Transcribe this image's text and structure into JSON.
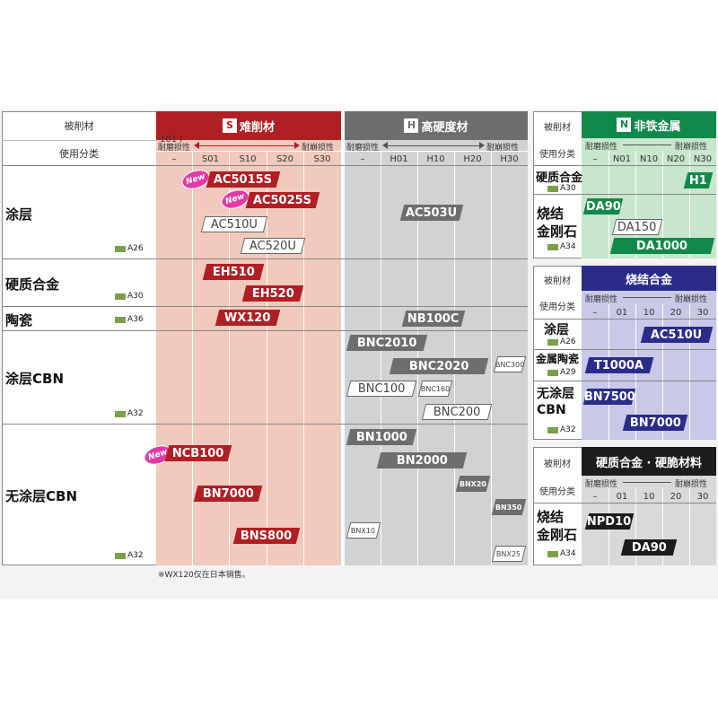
{
  "header": {
    "material_label": "被削材",
    "usage_label": "使用分类"
  },
  "s_section": {
    "letter": "S",
    "title": "难削材",
    "arrow_left": "耐磨损性",
    "arrow_right": "耐崩损性",
    "cols": [
      "–",
      "S01",
      "S10",
      "S20",
      "S30"
    ],
    "stray_text": "101 I"
  },
  "h_section": {
    "letter": "H",
    "title": "高硬度材",
    "arrow_left": "耐磨损性",
    "arrow_right": "耐崩损性",
    "cols": [
      "–",
      "H01",
      "H10",
      "H20",
      "H30"
    ]
  },
  "rows": [
    {
      "label": "涂层",
      "ref": "A26"
    },
    {
      "label": "硬质合金",
      "ref": "A30"
    },
    {
      "label": "陶瓷",
      "ref": "A36"
    },
    {
      "label": "涂层CBN",
      "ref": "A32"
    },
    {
      "label": "无涂层CBN",
      "ref": "A32"
    }
  ],
  "s_grades": {
    "ac5015s": "AC5015S",
    "ac5025s": "AC5025S",
    "ac510u": "AC510U",
    "ac520u": "AC520U",
    "eh510": "EH510",
    "eh520": "EH520",
    "wx120": "WX120",
    "ncb100": "NCB100",
    "bn7000": "BN7000",
    "bns800": "BNS800",
    "new": "New"
  },
  "h_grades": {
    "ac503u": "AC503U",
    "nb100c": "NB100C",
    "bnc2010": "BNC2010",
    "bnc2020": "BNC2020",
    "bnc300": "BNC300",
    "bnc100": "BNC100",
    "bnc160": "BNC160",
    "bnc200": "BNC200",
    "bn1000": "BN1000",
    "bn2000": "BN2000",
    "bnx20": "BNX20",
    "bn350": "BN350",
    "bnx10": "BNX10",
    "bnx25": "BNX25"
  },
  "footnote": "※WX120仅在日本销售。",
  "n_panel": {
    "material_label": "被削材",
    "usage_label": "使用分类",
    "letter": "N",
    "title": "非铁金属",
    "arrow_left": "耐磨损性",
    "arrow_right": "耐崩损性",
    "cols": [
      "–",
      "N01",
      "N10",
      "N20",
      "N30"
    ],
    "rows": [
      {
        "label": "硬质合金",
        "ref": "A30"
      },
      {
        "label": "烧结\n金刚石",
        "ref": "A34"
      }
    ],
    "grades": {
      "h1": "H1",
      "da90": "DA90",
      "da150": "DA150",
      "da1000": "DA1000"
    }
  },
  "sinter_panel": {
    "material_label": "被削材",
    "usage_label": "使用分类",
    "title": "烧结合金",
    "arrow_left": "耐磨损性",
    "arrow_right": "耐崩损性",
    "cols": [
      "–",
      "01",
      "10",
      "20",
      "30"
    ],
    "rows": [
      {
        "label": "涂层",
        "ref": "A26"
      },
      {
        "label": "金属陶瓷",
        "ref": "A29"
      },
      {
        "label": "无涂层\nCBN",
        "ref": "A32"
      }
    ],
    "grades": {
      "ac510u": "AC510U",
      "t1000a": "T1000A",
      "bn7500": "BN7500",
      "bn7000": "BN7000"
    }
  },
  "hard_panel": {
    "material_label": "被削材",
    "usage_label": "使用分类",
    "title": "硬质合金 · 硬脆材料",
    "arrow_left": "耐磨损性",
    "arrow_right": "耐崩损性",
    "cols": [
      "–",
      "01",
      "10",
      "20",
      "30"
    ],
    "rows": [
      {
        "label": "烧结\n金刚石",
        "ref": "A34"
      }
    ],
    "grades": {
      "npd10": "NPD10",
      "da90": "DA90"
    }
  },
  "colors": {
    "s_header": "#b01f24",
    "s_bg": "#f1c9bd",
    "h_header": "#6d6e70",
    "h_bg": "#d1d2d4",
    "n_header": "#12894a",
    "n_bg": "#c7e6cc",
    "sinter_header": "#2b2c8a",
    "sinter_bg": "#c9c8e6",
    "hard_header": "#1c1c1c",
    "hard_bg": "#d9d9d9"
  }
}
